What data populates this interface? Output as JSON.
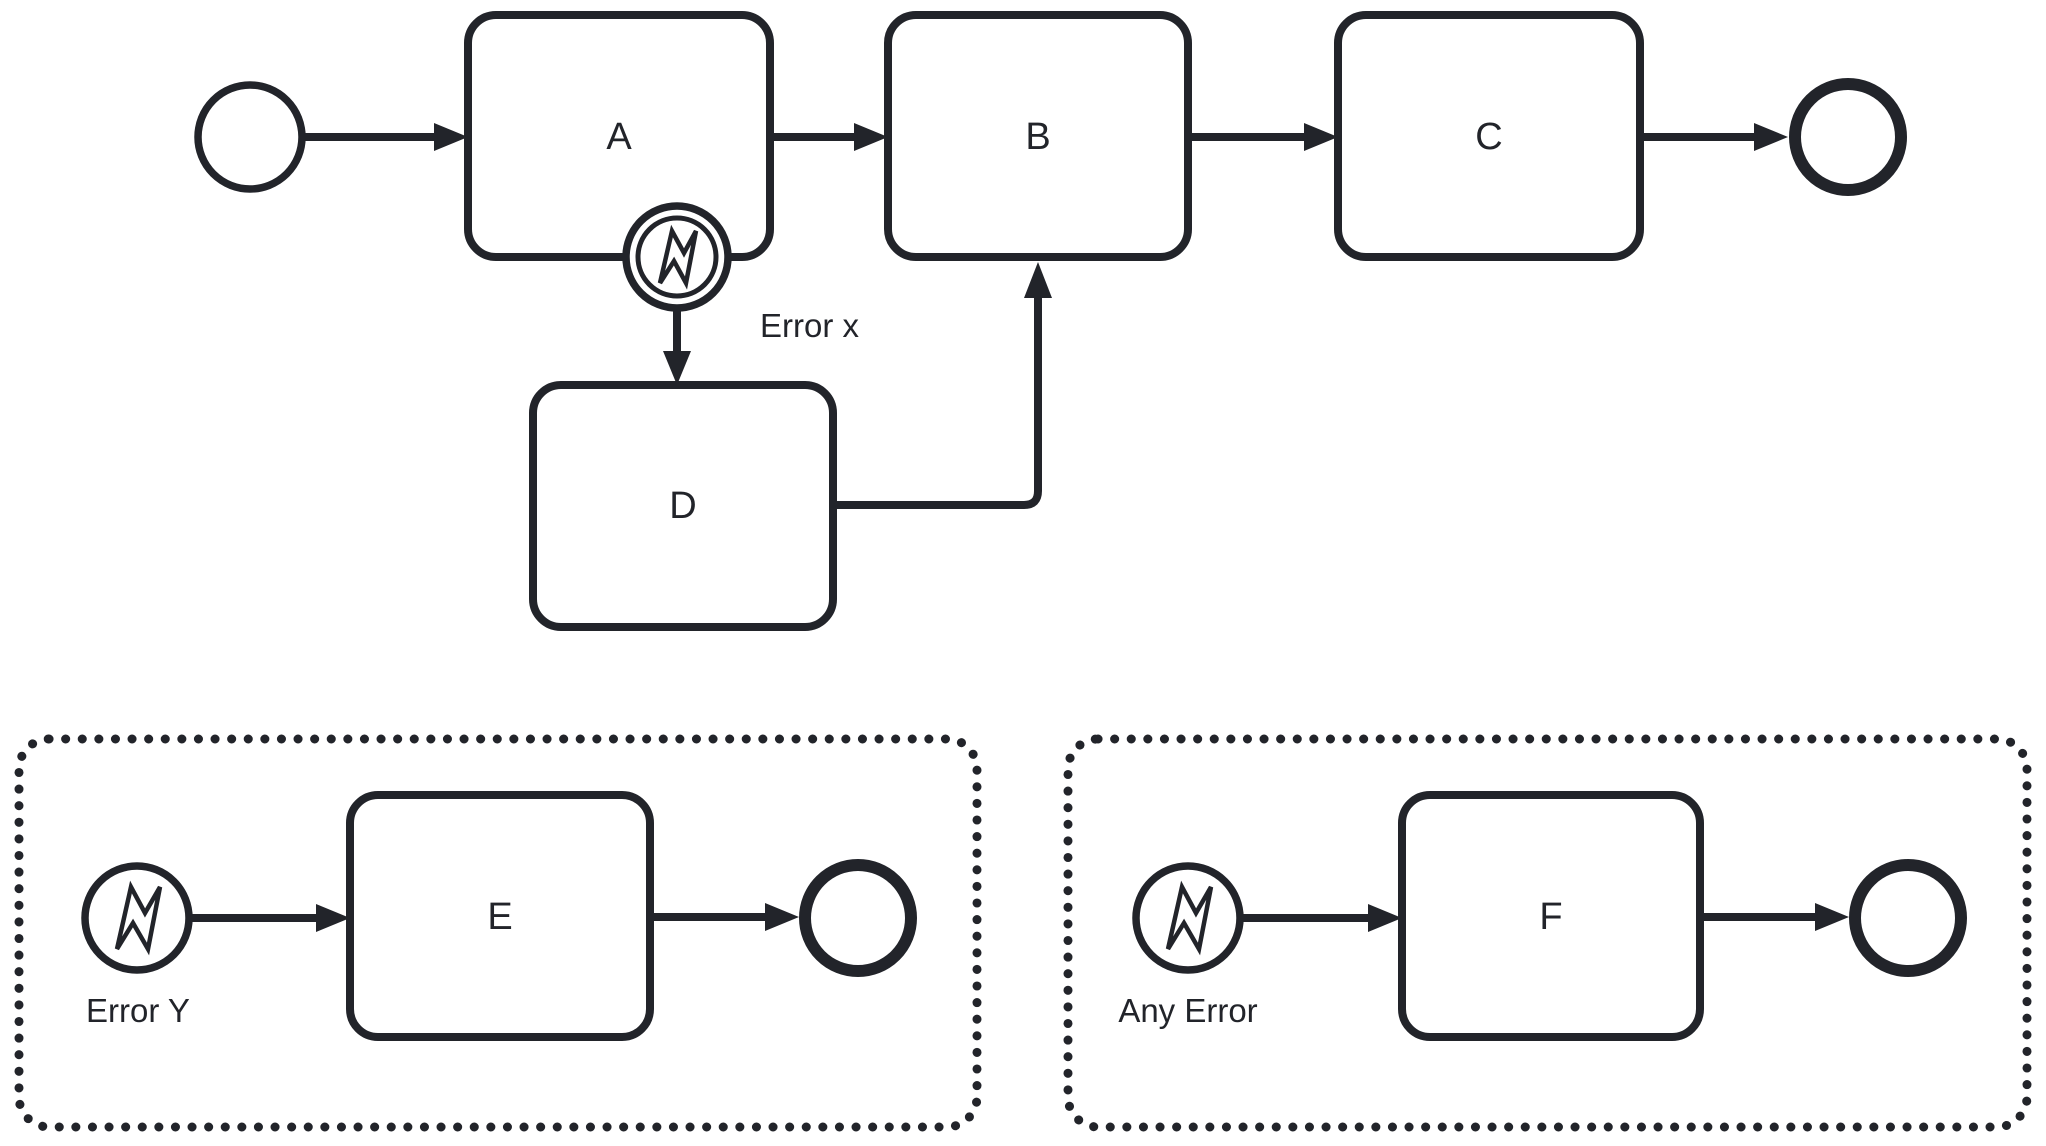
{
  "diagram_type": "BPMN process diagram with error boundary event and event subprocesses",
  "colors": {
    "stroke": "#22242a",
    "shape_fill": "#ffffff",
    "background": "#ffffff"
  },
  "main_process": {
    "start_event": {
      "type": "start-event",
      "label": ""
    },
    "tasks": {
      "a": "A",
      "b": "B",
      "c": "C",
      "d": "D"
    },
    "boundary_event": {
      "type": "error-boundary-event",
      "label": "Error x"
    },
    "end_event": {
      "type": "end-event",
      "label": ""
    }
  },
  "event_subprocesses": {
    "left": {
      "start_event_type": "error-start-event",
      "start_label": "Error Y",
      "task": "E"
    },
    "right": {
      "start_event_type": "error-start-event",
      "start_label": "Any Error",
      "task": "F"
    }
  }
}
